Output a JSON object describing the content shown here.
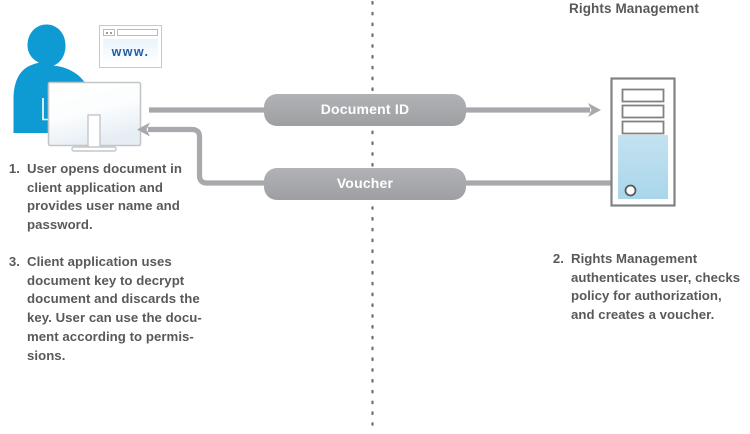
{
  "diagram": {
    "title": "Rights Management",
    "flow_label_1": "Document ID",
    "flow_label_2": "Voucher",
    "steps_left": [
      {
        "number": "1.",
        "text": "User opens document in client application and provides user name and password."
      },
      {
        "number": "3.",
        "text": "Client application uses document key to decrypt document and discards the key. User can use the docu-ment according to permis-sions."
      }
    ],
    "steps_right": [
      {
        "number": "2.",
        "text": "Rights Management authenticates user, checks policy for authorization, and creates a voucher."
      }
    ],
    "browser": {
      "www_text": "www."
    },
    "colors": {
      "person_blue": "#0e9bd4",
      "pill_gray": "#a7a9ac",
      "line_gray": "#a7a9ac",
      "text_gray": "#58595b",
      "www_blue": "#1d5fa6",
      "server_body_blue": "#bfe0ef",
      "divider_gray": "#6d6e71"
    },
    "icons": {
      "person": "person-silhouette-icon",
      "monitor": "monitor-icon",
      "browser": "browser-window-icon",
      "server": "server-tower-icon",
      "divider": "vertical-dotted-divider"
    }
  }
}
